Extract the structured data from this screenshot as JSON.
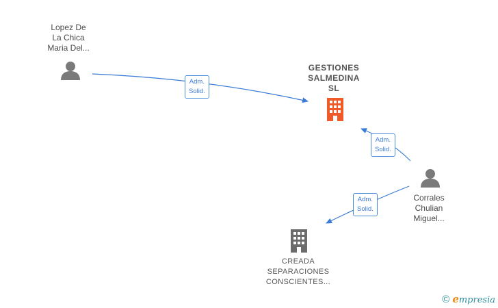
{
  "nodes": {
    "person_lopez": {
      "label_lines": [
        "Lopez De",
        "La Chica",
        "Maria Del..."
      ],
      "icon": "person-icon"
    },
    "company_gestiones": {
      "label_lines": [
        "GESTIONES",
        "SALMEDINA",
        "SL"
      ],
      "icon": "building-icon",
      "color": "#f05a28"
    },
    "person_corrales": {
      "label_lines": [
        "Corrales",
        "Chulian",
        "Miguel..."
      ],
      "icon": "person-icon"
    },
    "company_creada": {
      "label_lines": [
        "CREADA",
        "SEPARACIONES",
        "CONSCIENTES..."
      ],
      "icon": "building-icon",
      "color": "#6b6b6b"
    }
  },
  "edges": [
    {
      "label_lines": [
        "Adm.",
        "Solid."
      ]
    },
    {
      "label_lines": [
        "Adm.",
        "Solid."
      ]
    },
    {
      "label_lines": [
        "Adm.",
        "Solid."
      ]
    }
  ],
  "footer": {
    "copyright_symbol": "©",
    "brand_first": "e",
    "brand_rest": "mpresia"
  },
  "colors": {
    "edge": "#3a7bd5",
    "person_icon": "#7a7a7a"
  }
}
